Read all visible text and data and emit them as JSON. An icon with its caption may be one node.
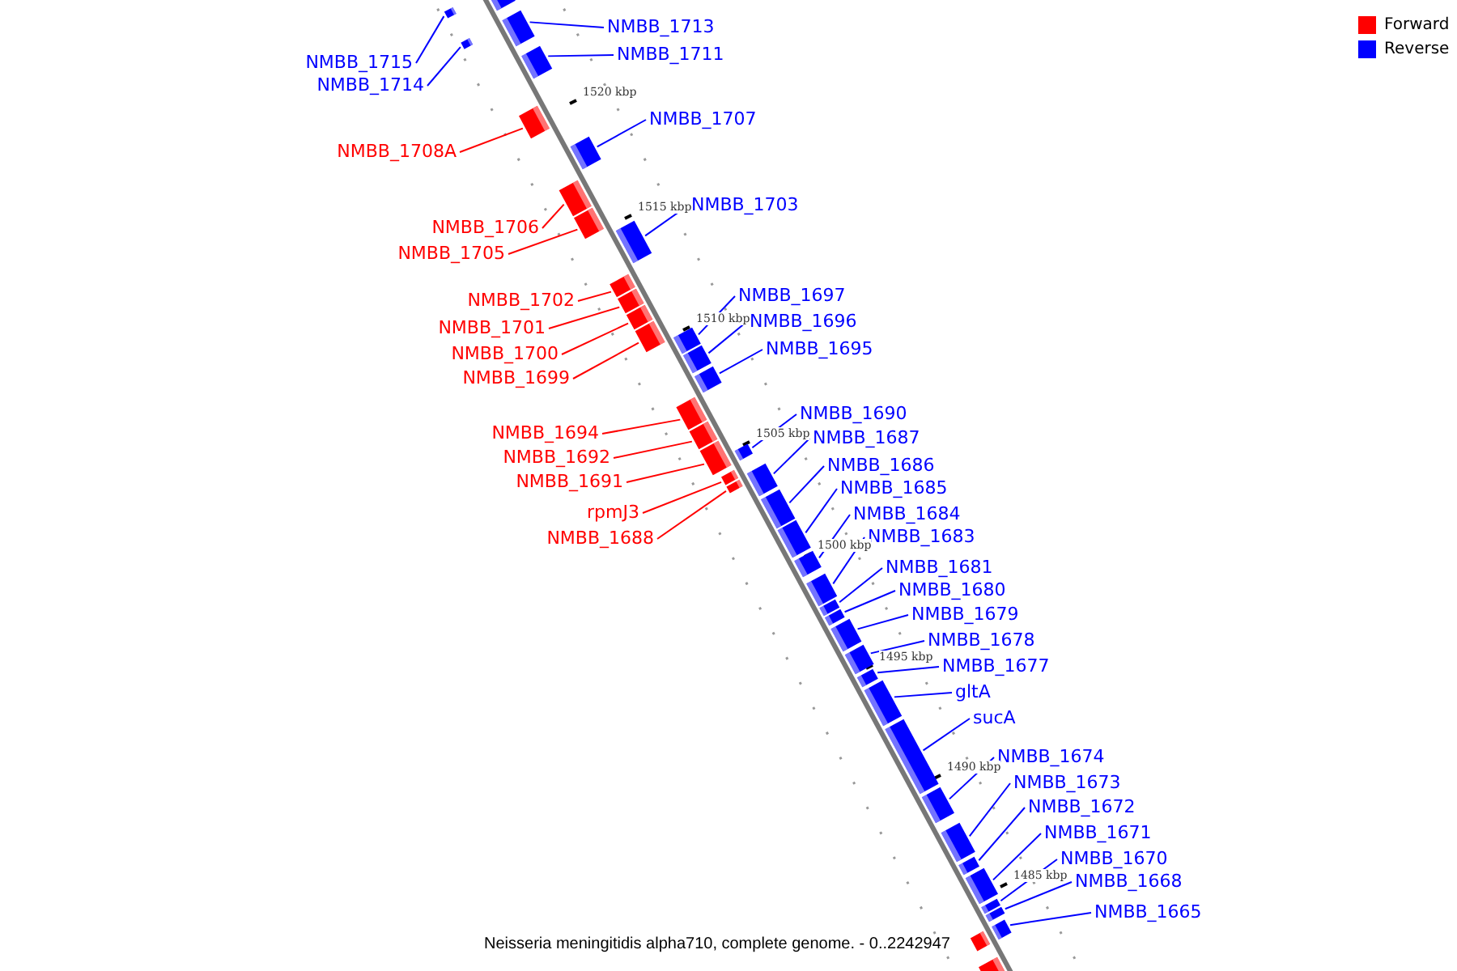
{
  "diagram": {
    "caption": "Neisseria meningitidis alpha710, complete genome. - 0..2242947",
    "nodes": [
      {
        "text": [
          "NMBB_1713"
        ]
      },
      {
        "text": [
          "NMBB_1711"
        ]
      },
      {
        "text": [
          "NMBB_1715"
        ]
      },
      {
        "text": [
          "NMBB_1714"
        ]
      },
      {
        "text": [
          "NMBB_1707"
        ]
      },
      {
        "text": [
          "NMBB_1708A"
        ]
      },
      {
        "text": [
          "NMBB_1703"
        ]
      },
      {
        "text": [
          "NMBB_1706"
        ]
      },
      {
        "text": [
          "NMBB_1705"
        ]
      },
      {
        "text": [
          "NMBB_1697"
        ]
      },
      {
        "text": [
          "NMBB_1702"
        ]
      },
      {
        "text": [
          "NMBB_1696"
        ]
      },
      {
        "text": [
          "NMBB_1701"
        ]
      },
      {
        "text": [
          "NMBB_1695"
        ]
      },
      {
        "text": [
          "NMBB_1700"
        ]
      },
      {
        "text": [
          "NMBB_1699"
        ]
      },
      {
        "text": [
          "NMBB_1690"
        ]
      },
      {
        "text": [
          "NMBB_1694"
        ]
      },
      {
        "text": [
          "NMBB_1687"
        ]
      },
      {
        "text": [
          "NMBB_1692"
        ]
      },
      {
        "text": [
          "NMBB_1686"
        ]
      },
      {
        "text": [
          "NMBB_1691"
        ]
      },
      {
        "text": [
          "NMBB_1685"
        ]
      },
      {
        "text": [
          "rpmJ3"
        ]
      },
      {
        "text": [
          "NMBB_1684"
        ]
      },
      {
        "text": [
          "NMBB_1683"
        ]
      },
      {
        "text": [
          "NMBB_1688"
        ]
      },
      {
        "text": [
          "NMBB_1681"
        ]
      },
      {
        "text": [
          "NMBB_1680"
        ]
      },
      {
        "text": [
          "NMBB_1679"
        ]
      },
      {
        "text": [
          "NMBB_1678"
        ]
      },
      {
        "text": [
          "NMBB_1677"
        ]
      },
      {
        "text": [
          "gltA"
        ]
      },
      {
        "text": [
          "sucA"
        ]
      },
      {
        "text": [
          "NMBB_1674"
        ]
      },
      {
        "text": [
          "NMBB_1673"
        ]
      },
      {
        "text": [
          "NMBB_1672"
        ]
      },
      {
        "text": [
          "NMBB_1671"
        ]
      },
      {
        "text": [
          "NMBB_1670"
        ]
      },
      {
        "text": [
          "NMBB_1668"
        ]
      },
      {
        "text": [
          "NMBB_1665"
        ]
      },
      {
        "text": [],
        "shape": "bar"
      },
      {
        "text": [],
        "shape": "bar"
      },
      {
        "text": [],
        "shape": "bar"
      },
      {
        "text": [],
        "shape": "bar"
      },
      {
        "text": [],
        "shape": "bar"
      },
      {
        "text": [],
        "shape": "bar"
      },
      {
        "text": [],
        "shape": "bar"
      },
      {
        "text": [],
        "shape": "bar"
      },
      {
        "text": [],
        "shape": "bar"
      },
      {
        "text": [],
        "shape": "bar"
      },
      {
        "text": [],
        "shape": "bar"
      },
      {
        "text": [],
        "shape": "bar"
      },
      {
        "text": [],
        "shape": "bar"
      },
      {
        "text": [],
        "shape": "bar"
      },
      {
        "text": [],
        "shape": "bar"
      },
      {
        "text": [],
        "shape": "bar"
      },
      {
        "text": [],
        "shape": "bar"
      },
      {
        "text": [],
        "shape": "bar"
      },
      {
        "text": [],
        "shape": "bar"
      },
      {
        "text": [],
        "shape": "bar"
      },
      {
        "text": [],
        "shape": "bar"
      },
      {
        "text": [],
        "shape": "bar"
      },
      {
        "text": [],
        "shape": "bar"
      },
      {
        "text": [],
        "shape": "bar"
      },
      {
        "text": [],
        "shape": "bar"
      },
      {
        "text": [],
        "shape": "bar"
      },
      {
        "text": [],
        "shape": "bar"
      },
      {
        "text": [],
        "shape": "bar"
      },
      {
        "text": [],
        "shape": "bar"
      },
      {
        "text": [],
        "shape": "bar"
      },
      {
        "text": [],
        "shape": "bar"
      },
      {
        "text": [],
        "shape": "bar"
      },
      {
        "text": [],
        "shape": "bar"
      },
      {
        "text": [],
        "shape": "bar"
      },
      {
        "text": [],
        "shape": "bar"
      },
      {
        "text": [],
        "shape": "bar"
      },
      {
        "text": [],
        "shape": "bar"
      },
      {
        "text": [],
        "shape": "bar"
      },
      {
        "text": [],
        "shape": "bar"
      },
      {
        "text": [],
        "shape": "bar"
      },
      {
        "text": [],
        "shape": "bar"
      },
      {
        "text": [],
        "shape": "bar"
      },
      {
        "text": [],
        "shape": "bar"
      },
      {
        "text": [],
        "shape": "bar"
      }
    ],
    "edges": [
      {
        "from": 0,
        "to": 41,
        "arrow": "none"
      },
      {
        "from": 1,
        "to": 42,
        "arrow": "none"
      },
      {
        "from": 2,
        "to": 43,
        "arrow": "none"
      },
      {
        "from": 3,
        "to": 44,
        "arrow": "none"
      },
      {
        "from": 4,
        "to": 45,
        "arrow": "none"
      },
      {
        "from": 5,
        "to": 46,
        "arrow": "none",
        "color": "#ff0000"
      },
      {
        "from": 6,
        "to": 47,
        "arrow": "none"
      },
      {
        "from": 7,
        "to": 48,
        "arrow": "none",
        "color": "#ff0000"
      },
      {
        "from": 8,
        "to": 49,
        "arrow": "none",
        "color": "#ff0000"
      },
      {
        "from": 9,
        "to": 50,
        "arrow": "none"
      },
      {
        "from": 10,
        "to": 51,
        "arrow": "none",
        "color": "#ff0000"
      },
      {
        "from": 11,
        "to": 52,
        "arrow": "none"
      },
      {
        "from": 12,
        "to": 53,
        "arrow": "none",
        "color": "#ff0000"
      },
      {
        "from": 13,
        "to": 54,
        "arrow": "none"
      },
      {
        "from": 14,
        "to": 55,
        "arrow": "none",
        "color": "#ff0000"
      },
      {
        "from": 15,
        "to": 56,
        "arrow": "none",
        "color": "#ff0000"
      },
      {
        "from": 16,
        "to": 57,
        "arrow": "none"
      },
      {
        "from": 17,
        "to": 58,
        "arrow": "none",
        "color": "#ff0000"
      },
      {
        "from": 18,
        "to": 59,
        "arrow": "none"
      },
      {
        "from": 19,
        "to": 60,
        "arrow": "none",
        "color": "#ff0000"
      },
      {
        "from": 20,
        "to": 61,
        "arrow": "none"
      },
      {
        "from": 21,
        "to": 62,
        "arrow": "none",
        "color": "#ff0000"
      },
      {
        "from": 22,
        "to": 63,
        "arrow": "none"
      },
      {
        "from": 23,
        "to": 64,
        "arrow": "none",
        "color": "#ff0000"
      },
      {
        "from": 24,
        "to": 65,
        "arrow": "none"
      },
      {
        "from": 25,
        "to": 66,
        "arrow": "none"
      },
      {
        "from": 26,
        "to": 67,
        "arrow": "none",
        "color": "#ff0000"
      },
      {
        "from": 27,
        "to": 68,
        "arrow": "none"
      },
      {
        "from": 28,
        "to": 69,
        "arrow": "none"
      },
      {
        "from": 29,
        "to": 70,
        "arrow": "none"
      },
      {
        "from": 30,
        "to": 71,
        "arrow": "none"
      },
      {
        "from": 31,
        "to": 72,
        "arrow": "none"
      },
      {
        "from": 32,
        "to": 73,
        "arrow": "none"
      },
      {
        "from": 33,
        "to": 74,
        "arrow": "none"
      },
      {
        "from": 34,
        "to": 75,
        "arrow": "none"
      },
      {
        "from": 35,
        "to": 76,
        "arrow": "none"
      },
      {
        "from": 36,
        "to": 77,
        "arrow": "none"
      },
      {
        "from": 37,
        "to": 78,
        "arrow": "none"
      },
      {
        "from": 38,
        "to": 79,
        "arrow": "none"
      },
      {
        "from": 39,
        "to": 80,
        "arrow": "none"
      },
      {
        "from": 40,
        "to": 81,
        "arrow": "none"
      }
    ],
    "labels": [
      "1520 kbp",
      "1515 kbp",
      "1510 kbp",
      "1505 kbp",
      "1500 kbp",
      "1495 kbp",
      "1490 kbp",
      "1485 kbp"
    ],
    "legend": [
      {
        "text": "Forward",
        "color": "#ff0000"
      },
      {
        "text": "Reverse",
        "color": "#0000ff"
      }
    ]
  }
}
